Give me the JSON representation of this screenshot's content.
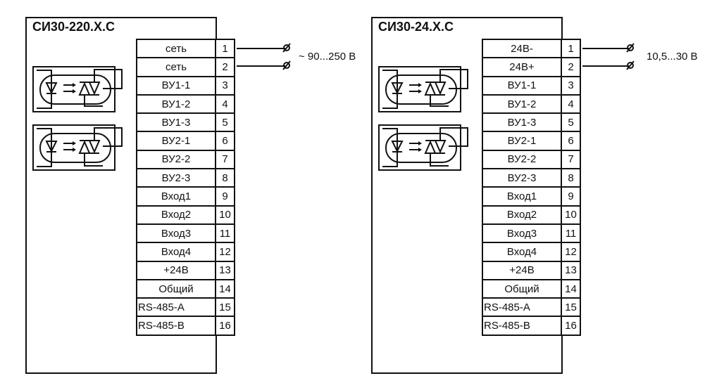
{
  "devices": [
    {
      "title": "СИ30-220.Х.С",
      "supply_label": "~ 90...250 В",
      "terminals": [
        {
          "label": "сеть",
          "num": "1"
        },
        {
          "label": "сеть",
          "num": "2"
        },
        {
          "label": "ВУ1-1",
          "num": "3"
        },
        {
          "label": "ВУ1-2",
          "num": "4"
        },
        {
          "label": "ВУ1-3",
          "num": "5"
        },
        {
          "label": "ВУ2-1",
          "num": "6"
        },
        {
          "label": "ВУ2-2",
          "num": "7"
        },
        {
          "label": "ВУ2-3",
          "num": "8"
        },
        {
          "label": "Вход1",
          "num": "9"
        },
        {
          "label": "Вход2",
          "num": "10"
        },
        {
          "label": "Вход3",
          "num": "11"
        },
        {
          "label": "Вход4",
          "num": "12"
        },
        {
          "label": "+24В",
          "num": "13"
        },
        {
          "label": "Общий",
          "num": "14"
        },
        {
          "label": "RS-485-A",
          "num": "15"
        },
        {
          "label": "RS-485-B",
          "num": "16"
        }
      ],
      "optocouplers": [
        "optocoupler-vu1",
        "optocoupler-vu2"
      ]
    },
    {
      "title": "СИ30-24.Х.С",
      "supply_label": "10,5...30 В",
      "terminals": [
        {
          "label": "24В-",
          "num": "1"
        },
        {
          "label": "24В+",
          "num": "2"
        },
        {
          "label": "ВУ1-1",
          "num": "3"
        },
        {
          "label": "ВУ1-2",
          "num": "4"
        },
        {
          "label": "ВУ1-3",
          "num": "5"
        },
        {
          "label": "ВУ2-1",
          "num": "6"
        },
        {
          "label": "ВУ2-2",
          "num": "7"
        },
        {
          "label": "ВУ2-3",
          "num": "8"
        },
        {
          "label": "Вход1",
          "num": "9"
        },
        {
          "label": "Вход2",
          "num": "10"
        },
        {
          "label": "Вход3",
          "num": "11"
        },
        {
          "label": "Вход4",
          "num": "12"
        },
        {
          "label": "+24В",
          "num": "13"
        },
        {
          "label": "Общий",
          "num": "14"
        },
        {
          "label": "RS-485-A",
          "num": "15"
        },
        {
          "label": "RS-485-B",
          "num": "16"
        }
      ],
      "optocouplers": [
        "optocoupler-vu1",
        "optocoupler-vu2"
      ]
    }
  ],
  "icons": {
    "terminal": "screw-terminal-icon",
    "optocoupler": "triac-optocoupler-icon"
  }
}
